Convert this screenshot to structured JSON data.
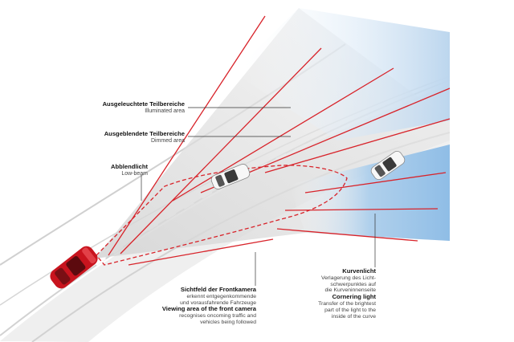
{
  "colors": {
    "beam_line": "#d8232a",
    "camera_outline": "#d8232a",
    "illuminated": "#bcd6ee",
    "cornering": "#8fbde6",
    "road": "#dcdcdc",
    "car_red": "#c8141e",
    "leader": "#333333"
  },
  "labels": {
    "illuminated": {
      "de": "Ausgeleuchtete Teilbereiche",
      "en": "Illuminated area"
    },
    "dimmed": {
      "de": "Ausgeblendete Teilbereiche",
      "en": "Dimmed area"
    },
    "lowbeam": {
      "de": "Abblendlicht",
      "en": "Low-beam"
    },
    "camera": {
      "de": "Sichtfeld der Frontkamera",
      "de_desc": [
        "erkennt entgegenkommende",
        "und vorausfahrende Fahrzeuge"
      ],
      "en": "Viewing area of the front camera",
      "en_desc": [
        "recognises oncoming traffic and",
        "vehicles being followed"
      ]
    },
    "cornering": {
      "de": "Kurvenlicht",
      "de_desc": [
        "Verlagerung des Licht-",
        "schwerpunktes auf",
        "die Kurveninnenseite"
      ],
      "en": "Cornering light",
      "en_desc": [
        "Transfer of the brightest",
        "part of the light to the",
        "inside of the curve"
      ]
    }
  },
  "icons": {
    "ego_car": "red-car-icon",
    "oncoming_car": "white-car-icon",
    "leading_car": "white-car-icon"
  }
}
